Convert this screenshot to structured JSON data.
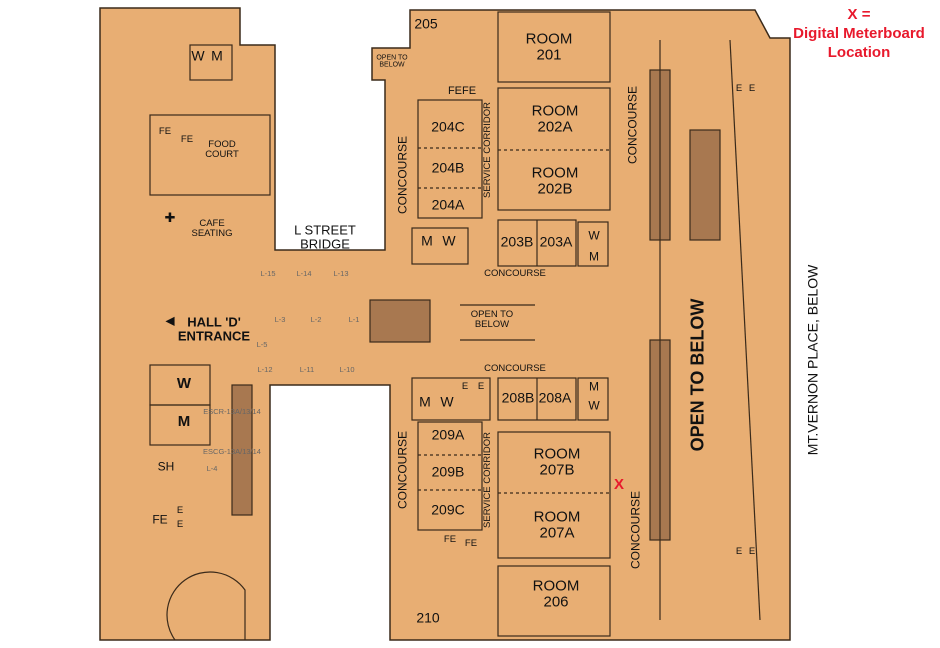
{
  "legend": {
    "line1": "X =",
    "line2": "Digital Meterboard",
    "line3": "Location"
  },
  "marker": "X",
  "colors": {
    "floor": "#E8AE73",
    "walls": "#3a2a1a",
    "marker": "#e8192c"
  },
  "rooms": {
    "r205": "205",
    "r210": "210",
    "room201": [
      "ROOM",
      "201"
    ],
    "room202a": [
      "ROOM",
      "202A"
    ],
    "room202b": [
      "ROOM",
      "202B"
    ],
    "room207b": [
      "ROOM",
      "207B"
    ],
    "room207a": [
      "ROOM",
      "207A"
    ],
    "room206": [
      "ROOM",
      "206"
    ],
    "r204c": "204C",
    "r204b": "204B",
    "r204a": "204A",
    "r203b": "203B",
    "r203a": "203A",
    "r208b": "208B",
    "r208a": "208A",
    "r209a": "209A",
    "r209b": "209B",
    "r209c": "209C"
  },
  "labels": {
    "open_to_below_small": [
      "OPEN TO",
      "BELOW"
    ],
    "open_to_below_mid": [
      "OPEN TO",
      "BELOW"
    ],
    "open_to_below_big": "OPEN TO BELOW",
    "service_corridor": "SERVICE CORRIDOR",
    "concourse": "CONCOURSE",
    "food_court": [
      "FOOD",
      "COURT"
    ],
    "cafe_seating": [
      "CAFE",
      "SEATING"
    ],
    "bridge": [
      "L STREET",
      "BRIDGE"
    ],
    "hall_d": [
      "HALL 'D'",
      "ENTRANCE"
    ],
    "escr": "ESCR-13A/13/14",
    "escg": "ESCG-13A/13/14",
    "mt_vernon": "MT.VERNON PLACE, BELOW",
    "W": "W",
    "M": "M",
    "FE": "FE",
    "E": "E",
    "SH": "SH",
    "FEFE": "FEFE",
    "L": [
      "L-1",
      "L-2",
      "L-3",
      "L-4",
      "L-5",
      "L-10",
      "L-11",
      "L-12",
      "L-13",
      "L-14",
      "L-15"
    ]
  }
}
